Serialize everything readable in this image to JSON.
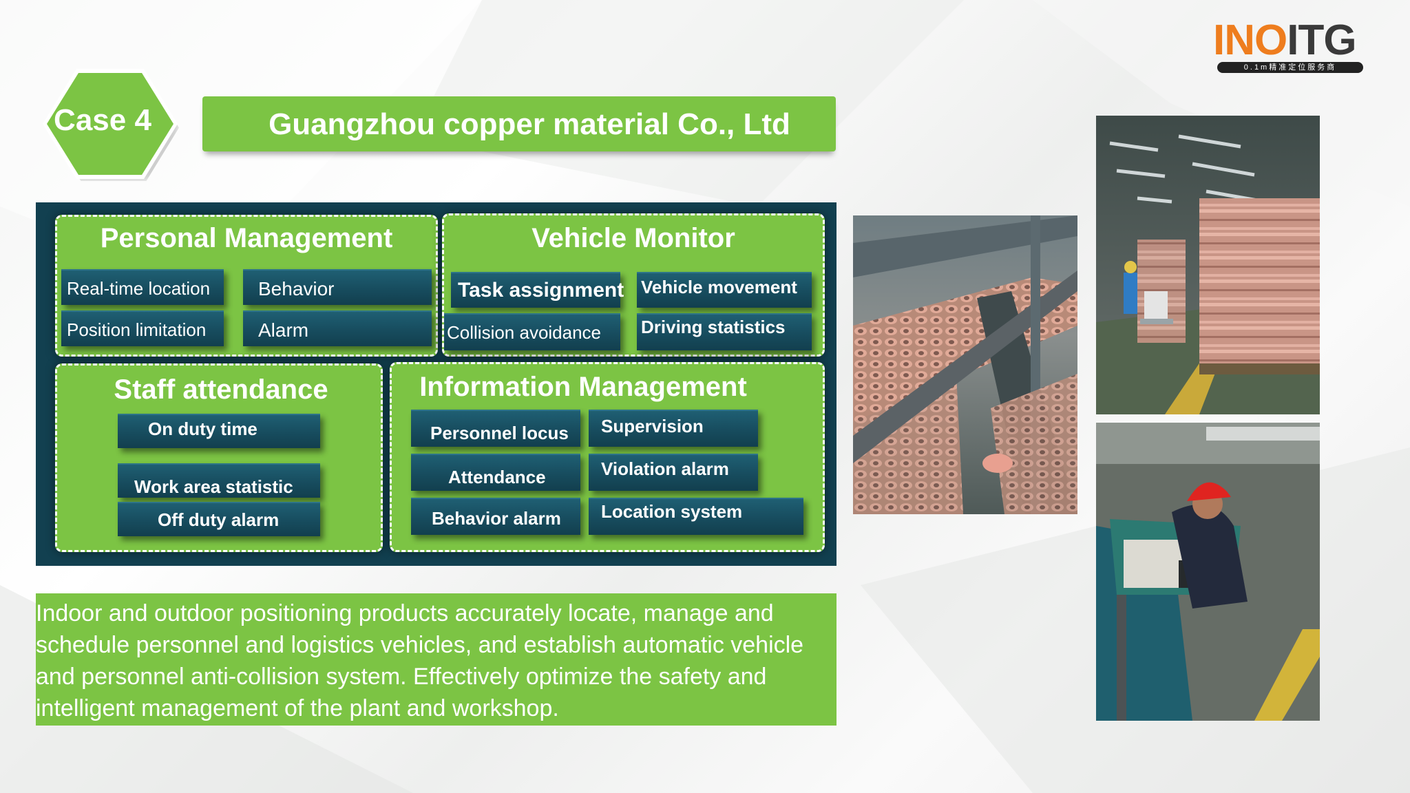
{
  "logo": {
    "brand_a": "INO",
    "brand_b": "ITG",
    "tagline": "0.1m精准定位服务商"
  },
  "case": {
    "label": "Case 4"
  },
  "title": "Guangzhou copper material Co., Ltd",
  "diagram": {
    "personal": {
      "title": "Personal Management",
      "items": [
        "Real-time location",
        "Behavior",
        "Position limitation",
        "Alarm"
      ]
    },
    "vehicle": {
      "title": "Vehicle Monitor",
      "items": [
        "Task assignment",
        "Vehicle movement",
        "Collision avoidance",
        "Driving statistics"
      ]
    },
    "staff": {
      "title": "Staff attendance",
      "items": [
        "On duty time",
        "Work area statistic",
        "Off duty alarm"
      ]
    },
    "info": {
      "title": "Information Management",
      "items": [
        "Personnel locus",
        "Supervision",
        "Attendance",
        "Violation alarm",
        "Behavior alarm",
        "Location system"
      ]
    }
  },
  "description": "Indoor and outdoor positioning products accurately locate, manage and schedule personnel and logistics vehicles, and establish automatic vehicle and personnel anti-collision system. Effectively optimize the safety and intelligent management of the plant and workshop.",
  "photos": [
    "warehouse-copper-coils-photo",
    "copper-coil-stacks-worker-photo",
    "worker-at-laptop-photo"
  ],
  "colors": {
    "green": "#7cc444",
    "panel": "#124050",
    "button": "#174c5e",
    "logo_orange": "#ee7d1e"
  }
}
